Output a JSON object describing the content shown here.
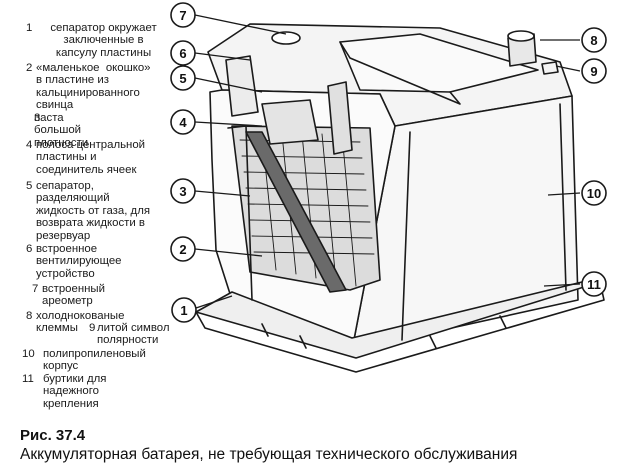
{
  "legend": [
    {
      "num": "1",
      "text": "сепаратор окружает\nзаключенные в\nкапсулу пластины"
    },
    {
      "num": "2",
      "text": "«маленькое  окошко»\nв пластине из\nкальцинированного\nсвинца"
    },
    {
      "num": "3",
      "text": "паста\nбольшой\nплотности"
    },
    {
      "num": "4",
      "text": "полоса центральной\nпластины и\nсоединитель ячеек"
    },
    {
      "num": "5",
      "text": "сепаратор,\nразделяющий\nжидкость от газа, для\nвозврата жидкости в\nрезервуар"
    },
    {
      "num": "6",
      "text": "встроенное\nвентилирующее\nустройство"
    },
    {
      "num": "7",
      "text": "встроенный\nареометр"
    },
    {
      "num": "8",
      "text": "холодноковaные\nклеммы"
    },
    {
      "num": "9",
      "text": "литой символ\nполярности",
      "sub": "литой"
    },
    {
      "num": "10",
      "text": "полипропиленовый\nкорпус"
    },
    {
      "num": "11",
      "text": "буртики для\nнадежного\nкрепления"
    }
  ],
  "callouts": [
    "1",
    "2",
    "3",
    "4",
    "5",
    "6",
    "7",
    "8",
    "9",
    "10",
    "11"
  ],
  "caption": {
    "title": "Рис. 37.4",
    "text": "Аккумуляторная батарея, не требующая технического обслуживания"
  },
  "colors": {
    "ink": "#1a1a1a",
    "background": "#ffffff"
  }
}
